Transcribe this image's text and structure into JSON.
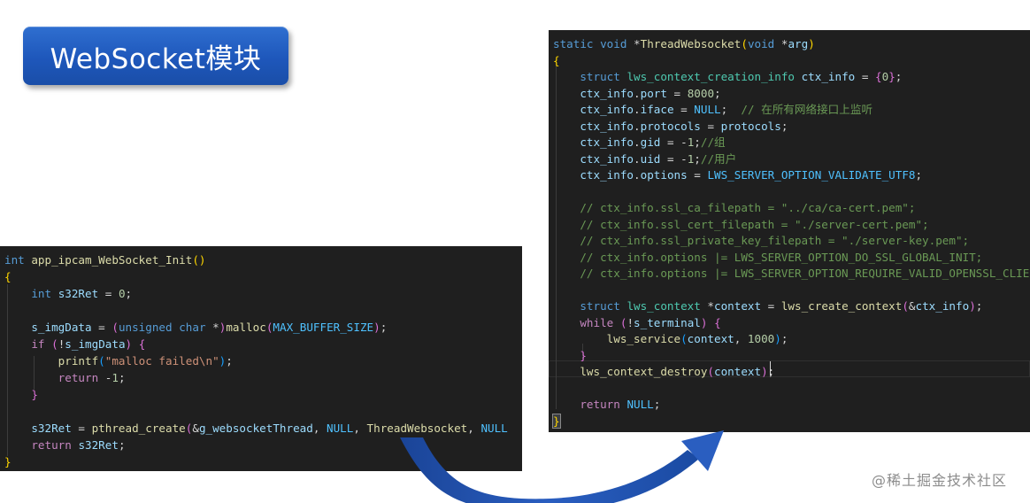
{
  "slide": {
    "title": "WebSocket模块",
    "watermark": "@稀土掘金技术社区",
    "colors": {
      "title_bg": "#1e57bb",
      "editor_bg": "#1f1f1f",
      "arrow": "#1f50a8"
    }
  },
  "left_code": {
    "lines": [
      [
        [
          "int",
          "t-kw"
        ],
        [
          " ",
          "t-plain"
        ],
        [
          "app_ipcam_WebSocket_Init",
          "t-fn"
        ],
        [
          "()",
          "t-brY"
        ]
      ],
      [
        [
          "{",
          "t-brY"
        ]
      ],
      [
        [
          "    ",
          "t-plain"
        ],
        [
          "int",
          "t-kw"
        ],
        [
          " ",
          "t-plain"
        ],
        [
          "s32Ret",
          "t-var"
        ],
        [
          " = ",
          "t-plain"
        ],
        [
          "0",
          "t-num"
        ],
        [
          ";",
          "t-plain"
        ]
      ],
      [],
      [
        [
          "    ",
          "t-plain"
        ],
        [
          "s_imgData",
          "t-var"
        ],
        [
          " = ",
          "t-plain"
        ],
        [
          "(",
          "t-brP"
        ],
        [
          "unsigned",
          "t-kw"
        ],
        [
          " ",
          "t-plain"
        ],
        [
          "char",
          "t-kw"
        ],
        [
          " *",
          "t-plain"
        ],
        [
          ")",
          "t-brP"
        ],
        [
          "malloc",
          "t-fn"
        ],
        [
          "(",
          "t-brP"
        ],
        [
          "MAX_BUFFER_SIZE",
          "t-mac"
        ],
        [
          ")",
          "t-brP"
        ],
        [
          ";",
          "t-plain"
        ]
      ],
      [
        [
          "    ",
          "t-plain"
        ],
        [
          "if",
          "t-ctl"
        ],
        [
          " ",
          "t-plain"
        ],
        [
          "(",
          "t-brP"
        ],
        [
          "!",
          "t-plain"
        ],
        [
          "s_imgData",
          "t-var"
        ],
        [
          ")",
          "t-brP"
        ],
        [
          " ",
          "t-plain"
        ],
        [
          "{",
          "t-brP"
        ]
      ],
      [
        [
          "        ",
          "t-plain"
        ],
        [
          "printf",
          "t-fn"
        ],
        [
          "(",
          "t-brB"
        ],
        [
          "\"malloc failed\\n\"",
          "t-str"
        ],
        [
          ")",
          "t-brB"
        ],
        [
          ";",
          "t-plain"
        ]
      ],
      [
        [
          "        ",
          "t-plain"
        ],
        [
          "return",
          "t-ctl"
        ],
        [
          " -",
          "t-plain"
        ],
        [
          "1",
          "t-num"
        ],
        [
          ";",
          "t-plain"
        ]
      ],
      [
        [
          "    ",
          "t-plain"
        ],
        [
          "}",
          "t-brP"
        ]
      ],
      [],
      [
        [
          "    ",
          "t-plain"
        ],
        [
          "s32Ret",
          "t-var"
        ],
        [
          " = ",
          "t-plain"
        ],
        [
          "pthread_create",
          "t-fn"
        ],
        [
          "(",
          "t-brP"
        ],
        [
          "&",
          "t-plain"
        ],
        [
          "g_websocketThread",
          "t-var"
        ],
        [
          ", ",
          "t-plain"
        ],
        [
          "NULL",
          "t-mac"
        ],
        [
          ", ",
          "t-plain"
        ],
        [
          "ThreadWebsocket",
          "t-fn"
        ],
        [
          ", ",
          "t-plain"
        ],
        [
          "NULL",
          "t-mac"
        ]
      ],
      [
        [
          "    ",
          "t-plain"
        ],
        [
          "return",
          "t-ctl"
        ],
        [
          " ",
          "t-plain"
        ],
        [
          "s32Ret",
          "t-var"
        ],
        [
          ";",
          "t-plain"
        ]
      ],
      [
        [
          "}",
          "t-brY"
        ]
      ]
    ]
  },
  "right_code": {
    "lines": [
      [
        [
          "static",
          "t-kw"
        ],
        [
          " ",
          "t-plain"
        ],
        [
          "void",
          "t-kw"
        ],
        [
          " *",
          "t-plain"
        ],
        [
          "ThreadWebsocket",
          "t-fn"
        ],
        [
          "(",
          "t-brY"
        ],
        [
          "void",
          "t-kw"
        ],
        [
          " *",
          "t-plain"
        ],
        [
          "arg",
          "t-var"
        ],
        [
          ")",
          "t-brY"
        ]
      ],
      [
        [
          "{",
          "t-brY"
        ]
      ],
      [
        [
          "    ",
          "t-plain"
        ],
        [
          "struct",
          "t-kw"
        ],
        [
          " ",
          "t-plain"
        ],
        [
          "lws_context_creation_info",
          "t-ty"
        ],
        [
          " ",
          "t-plain"
        ],
        [
          "ctx_info",
          "t-var"
        ],
        [
          " = ",
          "t-plain"
        ],
        [
          "{",
          "t-brP"
        ],
        [
          "0",
          "t-num"
        ],
        [
          "}",
          "t-brP"
        ],
        [
          ";",
          "t-plain"
        ]
      ],
      [
        [
          "    ",
          "t-plain"
        ],
        [
          "ctx_info",
          "t-var"
        ],
        [
          ".",
          "t-plain"
        ],
        [
          "port",
          "t-var"
        ],
        [
          " = ",
          "t-plain"
        ],
        [
          "8000",
          "t-num"
        ],
        [
          ";",
          "t-plain"
        ]
      ],
      [
        [
          "    ",
          "t-plain"
        ],
        [
          "ctx_info",
          "t-var"
        ],
        [
          ".",
          "t-plain"
        ],
        [
          "iface",
          "t-var"
        ],
        [
          " = ",
          "t-plain"
        ],
        [
          "NULL",
          "t-mac"
        ],
        [
          ";  ",
          "t-plain"
        ],
        [
          "// 在所有网络接口上监听",
          "t-cm"
        ]
      ],
      [
        [
          "    ",
          "t-plain"
        ],
        [
          "ctx_info",
          "t-var"
        ],
        [
          ".",
          "t-plain"
        ],
        [
          "protocols",
          "t-var"
        ],
        [
          " = ",
          "t-plain"
        ],
        [
          "protocols",
          "t-var"
        ],
        [
          ";",
          "t-plain"
        ]
      ],
      [
        [
          "    ",
          "t-plain"
        ],
        [
          "ctx_info",
          "t-var"
        ],
        [
          ".",
          "t-plain"
        ],
        [
          "gid",
          "t-var"
        ],
        [
          " = -",
          "t-plain"
        ],
        [
          "1",
          "t-num"
        ],
        [
          ";",
          "t-plain"
        ],
        [
          "//组",
          "t-cm"
        ]
      ],
      [
        [
          "    ",
          "t-plain"
        ],
        [
          "ctx_info",
          "t-var"
        ],
        [
          ".",
          "t-plain"
        ],
        [
          "uid",
          "t-var"
        ],
        [
          " = -",
          "t-plain"
        ],
        [
          "1",
          "t-num"
        ],
        [
          ";",
          "t-plain"
        ],
        [
          "//用户",
          "t-cm"
        ]
      ],
      [
        [
          "    ",
          "t-plain"
        ],
        [
          "ctx_info",
          "t-var"
        ],
        [
          ".",
          "t-plain"
        ],
        [
          "options",
          "t-var"
        ],
        [
          " = ",
          "t-plain"
        ],
        [
          "LWS_SERVER_OPTION_VALIDATE_UTF8",
          "t-mac"
        ],
        [
          ";",
          "t-plain"
        ]
      ],
      [],
      [
        [
          "    ",
          "t-plain"
        ],
        [
          "// ctx_info.ssl_ca_filepath = \"../ca/ca-cert.pem\";",
          "t-cm"
        ]
      ],
      [
        [
          "    ",
          "t-plain"
        ],
        [
          "// ctx_info.ssl_cert_filepath = \"./server-cert.pem\";",
          "t-cm"
        ]
      ],
      [
        [
          "    ",
          "t-plain"
        ],
        [
          "// ctx_info.ssl_private_key_filepath = \"./server-key.pem\";",
          "t-cm"
        ]
      ],
      [
        [
          "    ",
          "t-plain"
        ],
        [
          "// ctx_info.options |= LWS_SERVER_OPTION_DO_SSL_GLOBAL_INIT;",
          "t-cm"
        ]
      ],
      [
        [
          "    ",
          "t-plain"
        ],
        [
          "// ctx_info.options |= LWS_SERVER_OPTION_REQUIRE_VALID_OPENSSL_CLIENT_CERT;",
          "t-cm"
        ]
      ],
      [],
      [
        [
          "    ",
          "t-plain"
        ],
        [
          "struct",
          "t-kw"
        ],
        [
          " ",
          "t-plain"
        ],
        [
          "lws_context",
          "t-ty"
        ],
        [
          " *",
          "t-plain"
        ],
        [
          "context",
          "t-var"
        ],
        [
          " = ",
          "t-plain"
        ],
        [
          "lws_create_context",
          "t-fn"
        ],
        [
          "(",
          "t-brP"
        ],
        [
          "&",
          "t-plain"
        ],
        [
          "ctx_info",
          "t-var"
        ],
        [
          ")",
          "t-brP"
        ],
        [
          ";",
          "t-plain"
        ]
      ],
      [
        [
          "    ",
          "t-plain"
        ],
        [
          "while",
          "t-ctl"
        ],
        [
          " ",
          "t-plain"
        ],
        [
          "(",
          "t-brP"
        ],
        [
          "!",
          "t-plain"
        ],
        [
          "s_terminal",
          "t-var"
        ],
        [
          ")",
          "t-brP"
        ],
        [
          " ",
          "t-plain"
        ],
        [
          "{",
          "t-brP"
        ]
      ],
      [
        [
          "        ",
          "t-plain"
        ],
        [
          "lws_service",
          "t-fn"
        ],
        [
          "(",
          "t-brB"
        ],
        [
          "context",
          "t-var"
        ],
        [
          ", ",
          "t-plain"
        ],
        [
          "1000",
          "t-num"
        ],
        [
          ")",
          "t-brB"
        ],
        [
          ";",
          "t-plain"
        ]
      ],
      [
        [
          "    ",
          "t-plain"
        ],
        [
          "}",
          "t-brP"
        ]
      ],
      [
        [
          "    ",
          "t-plain"
        ],
        [
          "lws_context_destroy",
          "t-fn"
        ],
        [
          "(",
          "t-brP"
        ],
        [
          "context",
          "t-var"
        ],
        [
          ")",
          "t-brP"
        ],
        [
          ";",
          "t-plain"
        ]
      ],
      [],
      [
        [
          "    ",
          "t-plain"
        ],
        [
          "return",
          "t-ctl"
        ],
        [
          " ",
          "t-plain"
        ],
        [
          "NULL",
          "t-mac"
        ],
        [
          ";",
          "t-plain"
        ]
      ],
      [
        [
          "}",
          "t-brYb"
        ]
      ]
    ]
  }
}
